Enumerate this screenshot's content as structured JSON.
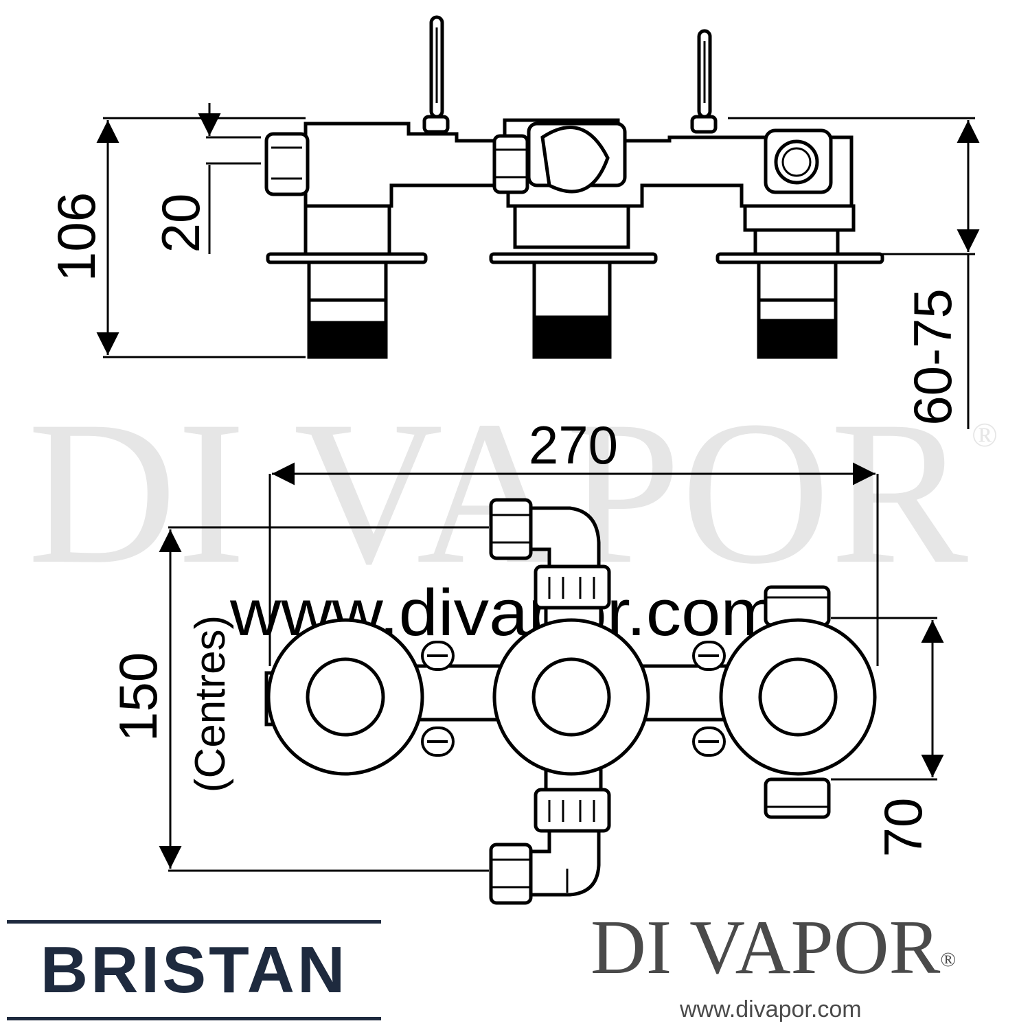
{
  "watermark": {
    "big_text": "DI VAPOR",
    "registered": "®",
    "url_text": "www.divapor.com"
  },
  "dimensions": {
    "height_overall": "106",
    "height_inlet": "20",
    "depth_range": "60-75",
    "width_overall": "270",
    "centres_value": "150",
    "centres_label": "(Centres)",
    "small_centres": "70"
  },
  "logos": {
    "bristan": "BRISTAN",
    "divapor": "DI VAPOR",
    "divapor_reg": "®",
    "divapor_url": "www.divapor.com"
  },
  "colors": {
    "line": "#000000",
    "watermark": "#e6e6e6",
    "bristan_navy": "#1e2a3e",
    "divapor_grey": "#4a4a4a"
  }
}
